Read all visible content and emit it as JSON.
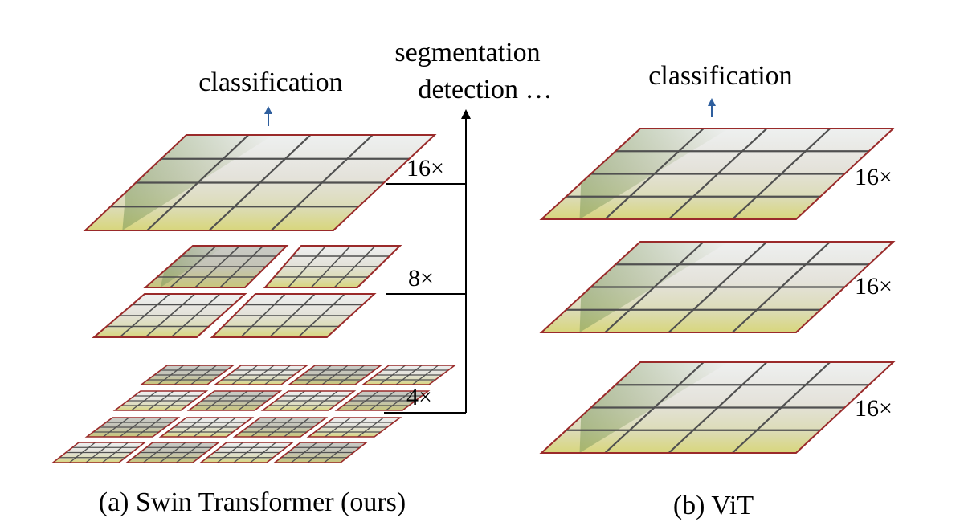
{
  "swin": {
    "top_label": "classification",
    "task_label_line1": "segmentation",
    "task_label_line2": "detection …",
    "stage_labels": [
      "16×",
      "8×",
      "4×"
    ],
    "caption": "(a) Swin Transformer (ours)"
  },
  "vit": {
    "top_label": "classification",
    "stage_labels": [
      "16×",
      "16×",
      "16×"
    ],
    "caption": "(b) ViT"
  },
  "colors": {
    "tile_border": "#9a2a2a",
    "grid_line": "#505050",
    "arrow_blue": "#2f5f9e",
    "connector": "#000000"
  }
}
